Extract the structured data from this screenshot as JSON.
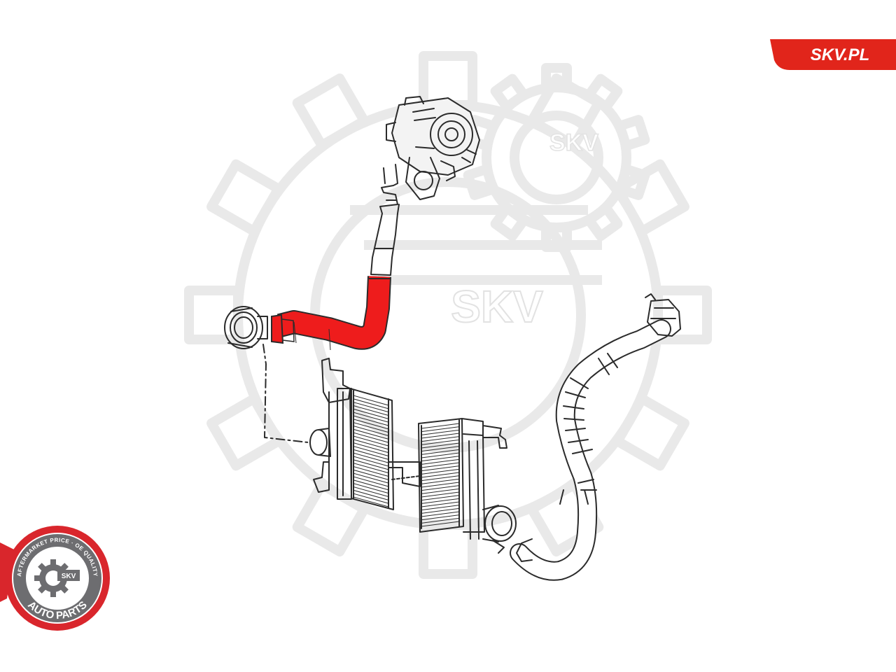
{
  "brand": {
    "label": "SKV.PL",
    "tab_color": "#e1251b",
    "text_color": "#ffffff"
  },
  "watermark": {
    "text_center": "SKV",
    "text_small": "SKV",
    "color": "#e9e9e9"
  },
  "badge": {
    "ring_top_text": "AFTERMARKET PRICE · OE QUALITY",
    "ring_bottom_text": "AUTO PARTS",
    "center_text": "SKV",
    "outer_color": "#d9262c",
    "inner_color": "#6d6d70",
    "icon": "gear-icon"
  },
  "diagram": {
    "highlight_part": "intercooler-charge-air-hose",
    "highlight_color": "#ee1c1c",
    "line_color": "#2b2b2b",
    "components": [
      {
        "name": "turbocharger",
        "icon": "turbocharger-icon"
      },
      {
        "name": "upper-pipe",
        "icon": "pipe-icon"
      },
      {
        "name": "highlighted-hose",
        "icon": "hose-icon"
      },
      {
        "name": "hose-clamp",
        "icon": "clamp-icon"
      },
      {
        "name": "intercooler-left",
        "icon": "radiator-icon"
      },
      {
        "name": "intercooler-right",
        "icon": "radiator-icon"
      },
      {
        "name": "corrugated-hose",
        "icon": "hose-icon"
      }
    ]
  }
}
